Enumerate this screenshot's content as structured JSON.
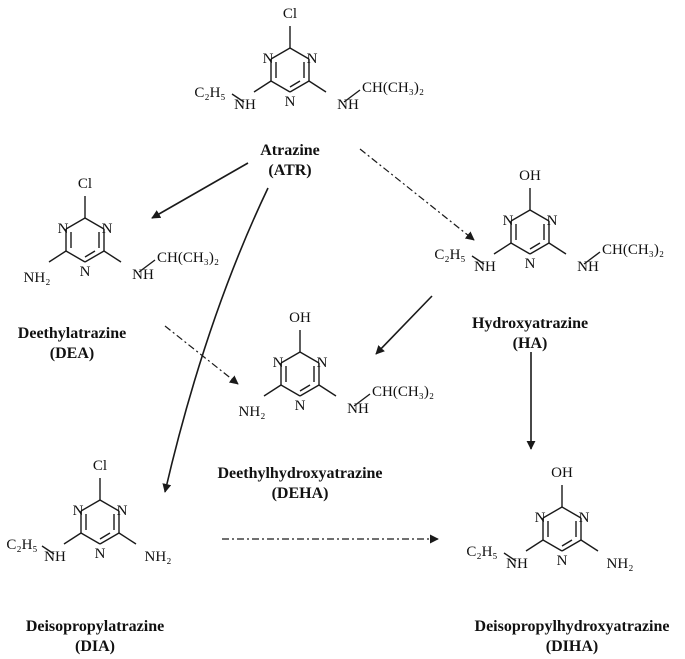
{
  "compounds": {
    "atr": {
      "name": "Atrazine",
      "abbr": "(ATR)",
      "top": "Cl",
      "left_group": "C₂H₅",
      "left_nh": "NH",
      "right_nh": "NH",
      "right_group": "CH(CH₃)₂"
    },
    "dea": {
      "name": "Deethylatrazine",
      "abbr": "(DEA)",
      "top": "Cl",
      "left_nh": "NH₂",
      "right_nh": "NH",
      "right_group": "CH(CH₃)₂"
    },
    "ha": {
      "name": "Hydroxyatrazine",
      "abbr": "(HA)",
      "top": "OH",
      "left_group": "C₂H₅",
      "left_nh": "NH",
      "right_nh": "NH",
      "right_group": "CH(CH₃)₂"
    },
    "deha": {
      "name": "Deethylhydroxyatrazine",
      "abbr": "(DEHA)",
      "top": "OH",
      "left_nh": "NH₂",
      "right_nh": "NH",
      "right_group": "CH(CH₃)₂"
    },
    "dia": {
      "name": "Deisopropylatrazine",
      "abbr": "(DIA)",
      "top": "Cl",
      "left_group": "C₂H₅",
      "left_nh": "NH",
      "right_nh": "NH₂"
    },
    "diha": {
      "name": "Deisopropylhydroxyatrazine",
      "abbr": "(DIHA)",
      "top": "OH",
      "left_group": "C₂H₅",
      "left_nh": "NH",
      "right_nh": "NH₂"
    }
  },
  "ring_n_label": "N",
  "arrows": [
    {
      "from": "ATR",
      "to": "DEA",
      "style": "solid"
    },
    {
      "from": "ATR",
      "to": "HA",
      "style": "dash-dot"
    },
    {
      "from": "ATR",
      "to": "DIA",
      "style": "solid"
    },
    {
      "from": "DEA",
      "to": "DEHA",
      "style": "dash-dot"
    },
    {
      "from": "HA",
      "to": "DEHA",
      "style": "solid"
    },
    {
      "from": "HA",
      "to": "DIHA",
      "style": "solid"
    },
    {
      "from": "DIA",
      "to": "DIHA",
      "style": "dash-dot"
    }
  ]
}
